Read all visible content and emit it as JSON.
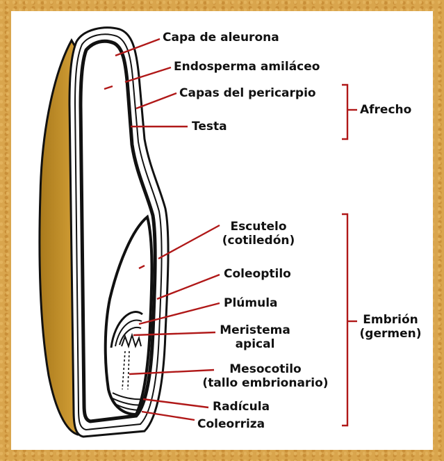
{
  "labels": {
    "capa_aleurona": "Capa de aleurona",
    "endosperma": "Endosperma amiláceo",
    "pericarpio": "Capas del pericarpio",
    "testa": "Testa",
    "afrecho": "Afrecho",
    "escutelo": "Escutelo",
    "escutelo_sub": "(cotiledón)",
    "coleoptilo": "Coleoptilo",
    "plumula": "Plúmula",
    "meristema": "Meristema",
    "meristema_sub": "apical",
    "mesocotilo": "Mesocotilo",
    "mesocotilo_sub": "(tallo embrionario)",
    "radicula": "Radícula",
    "coleorriza": "Coleorriza",
    "embrion": "Embrión",
    "embrion_sub": "(germen)"
  },
  "colors": {
    "frame": "#d9a54d",
    "leader_lines": "#b01818",
    "bran_side": "#c8952a",
    "outline": "#111111"
  }
}
